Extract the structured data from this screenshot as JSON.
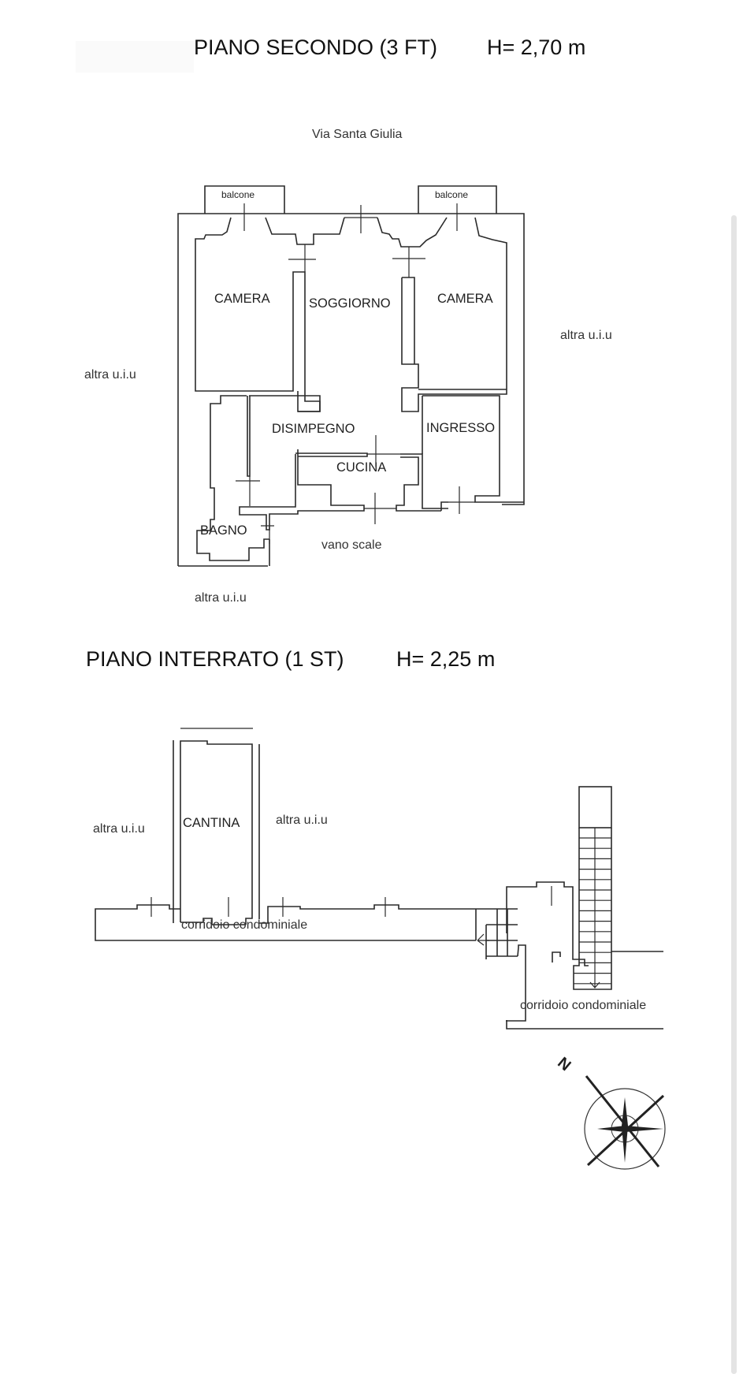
{
  "upper_floor": {
    "title": "PIANO SECONDO (3 FT)",
    "height_label": "H= 2,70 m",
    "street": "Via Santa Giulia",
    "rooms": {
      "balcone_left": "balcone",
      "balcone_right": "balcone",
      "camera_left": "CAMERA",
      "soggiorno": "SOGGIORNO",
      "camera_right": "CAMERA",
      "disimpegno": "DISIMPEGNO",
      "ingresso": "INGRESSO",
      "cucina": "CUCINA",
      "bagno": "BAGNO",
      "vano_scale": "vano scale"
    },
    "neighbors": {
      "left": "altra u.i.u",
      "right": "altra u.i.u",
      "bottom": "altra u.i.u"
    }
  },
  "basement": {
    "title": "PIANO INTERRATO (1 ST)",
    "height_label": "H= 2,25 m",
    "rooms": {
      "cantina": "CANTINA",
      "corridor_left": "corridoio condominiale",
      "corridor_right": "corridoio condominiale"
    },
    "neighbors": {
      "left": "altra u.i.u",
      "right": "altra u.i.u"
    }
  },
  "compass": {
    "north_label": "N"
  },
  "colors": {
    "line": "#2a2a2a",
    "background": "#ffffff",
    "scrollbar": "#e4e4e4"
  }
}
